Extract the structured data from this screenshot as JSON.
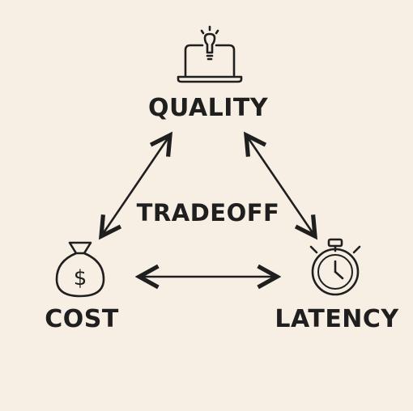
{
  "diagram": {
    "nodes": {
      "quality": {
        "label": "QUALITY",
        "icon": "laptop-lightbulb-icon"
      },
      "cost": {
        "label": "COST",
        "icon": "money-bag-icon"
      },
      "latency": {
        "label": "LATENCY",
        "icon": "stopwatch-icon"
      }
    },
    "center_label": "TRADEOFF",
    "edges": [
      {
        "from": "quality",
        "to": "cost",
        "style": "double-arrow"
      },
      {
        "from": "quality",
        "to": "latency",
        "style": "double-arrow"
      },
      {
        "from": "cost",
        "to": "latency",
        "style": "double-arrow"
      }
    ],
    "colors": {
      "background": "#f7efe3",
      "stroke": "#1f1f1f"
    }
  }
}
